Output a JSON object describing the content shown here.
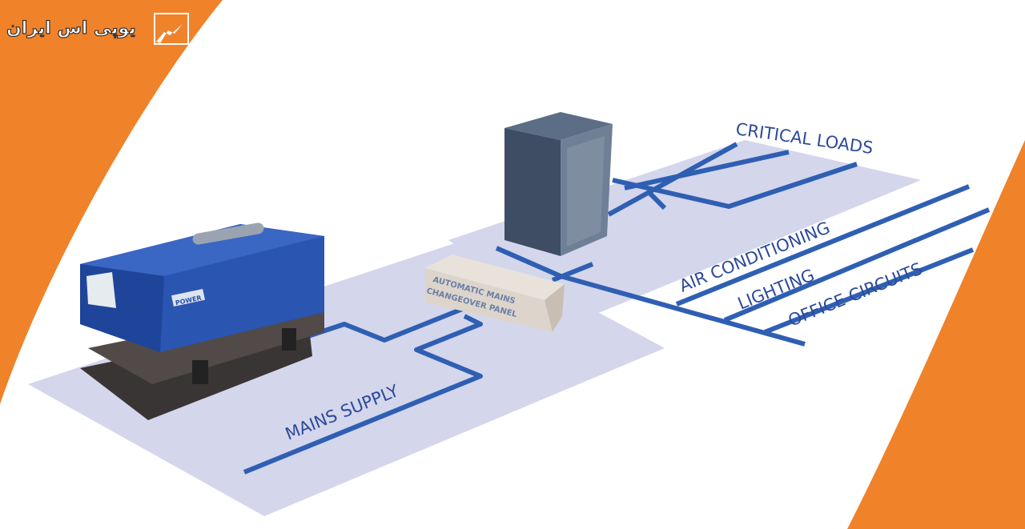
{
  "logo": {
    "text": "یوپی اس ایران",
    "icon": "lightning-house-icon"
  },
  "labels": {
    "critical_loads": "CRITICAL LOADS",
    "air_conditioning": "AIR CONDITIONING",
    "lighting": "LIGHTING",
    "office_circuits": "OFFICE CIRCUITS",
    "mains_supply": "MAINS SUPPLY",
    "panel_line1": "AUTOMATIC MAINS",
    "panel_line2": "CHANGEOVER PANEL",
    "generator_brand": "POWER"
  },
  "colors": {
    "accent": "#f0822a",
    "floor": "#d4d6ec",
    "wire": "#2f5fb3",
    "generator": "#2850a8"
  }
}
